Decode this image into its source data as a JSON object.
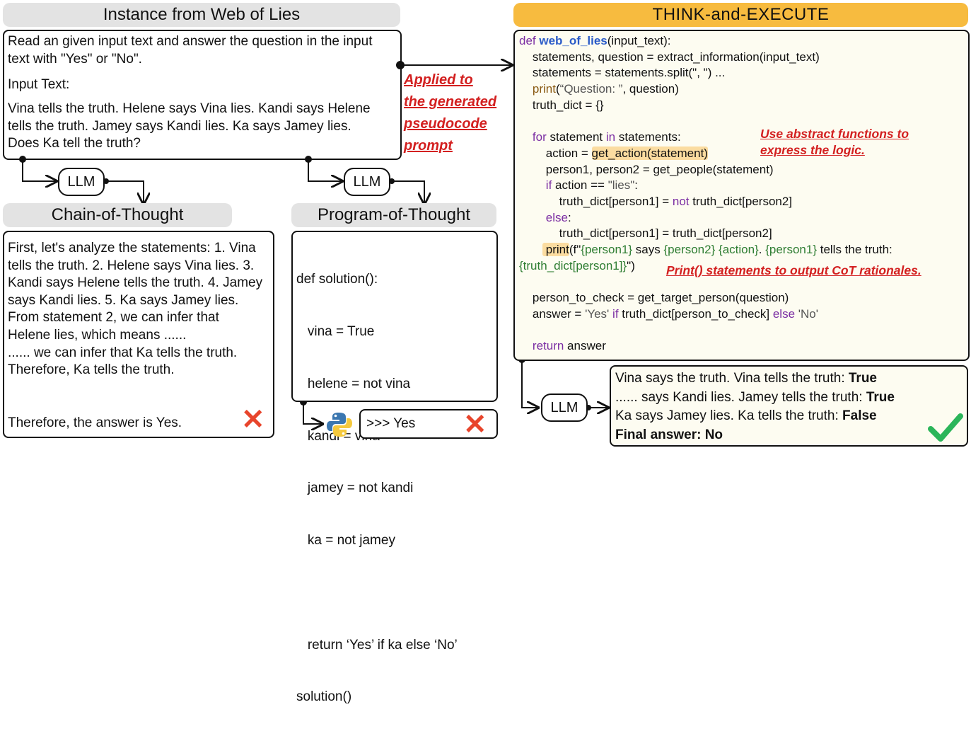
{
  "wol": {
    "title": "Instance from Web of Lies",
    "intro": "Read an given input text and answer the question in the input text with \"Yes\" or \"No\".",
    "input_label": "Input Text:",
    "input_text": "Vina tells the truth. Helene says Vina lies. Kandi says Helene tells the truth. Jamey says Kandi lies. Ka says Jamey lies. Does Ka tell the truth?"
  },
  "llm_label": "LLM",
  "cot": {
    "title": "Chain-of-Thought",
    "body": "First, let's analyze the statements: 1. Vina tells the truth. 2. Helene says Vina lies. 3. Kandi says Helene tells the truth. 4. Jamey says Kandi lies. 5. Ka says Jamey lies. From statement 2, we can infer that Helene lies, which means ......\n...... we can infer that Ka tells the truth. Therefore, Ka tells the truth.",
    "answer": "Therefore, the answer is Yes."
  },
  "pot": {
    "title": "Program-of-Thought",
    "code": [
      "def solution():",
      "   vina = True",
      "   helene = not vina",
      "   kandi = vina",
      "   jamey = not kandi",
      "   ka = not jamey",
      "",
      "   return ‘Yes’ if ka else ‘No’",
      "solution()"
    ],
    "output": ">>> Yes"
  },
  "applied_note": "Applied to\nthe generated\npseudocode\nprompt",
  "tae": {
    "title": "THINK-and-EXECUTE",
    "accent": "#f7bb3f",
    "note_abstract": "Use abstract functions to\nexpress the logic.",
    "note_print": "Print() statements to output CoT rationales.",
    "result_lines": [
      {
        "text": "Vina says the truth. Vina tells the truth: ",
        "bold": "True"
      },
      {
        "text": "...... says Kandi lies. Jamey tells the truth: ",
        "bold": "True"
      },
      {
        "text": "Ka says Jamey lies. Ka tells the truth: ",
        "bold": "False"
      }
    ],
    "final": "Final answer: No"
  }
}
